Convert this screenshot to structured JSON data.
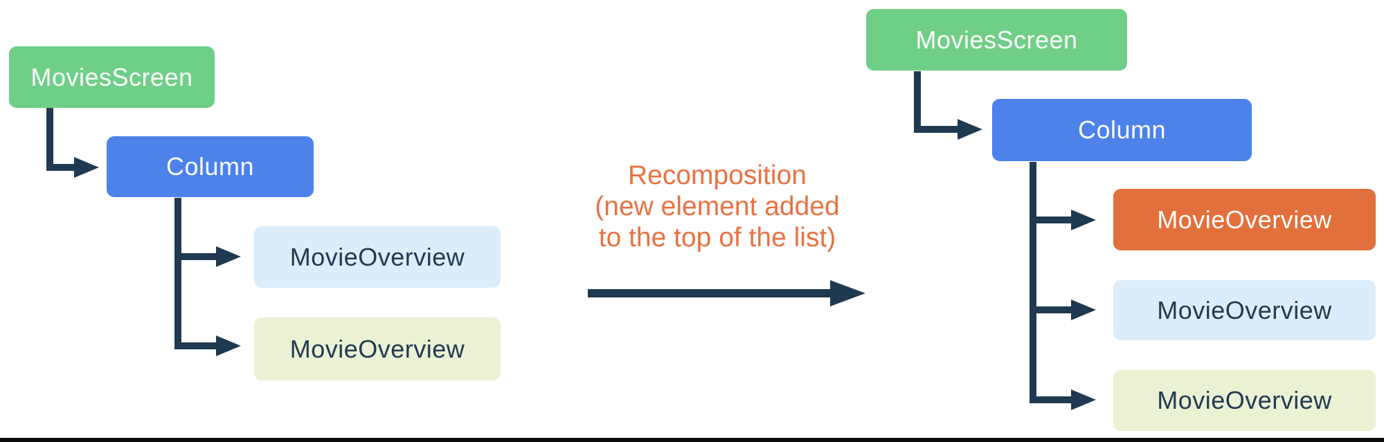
{
  "diagram": {
    "left_tree": {
      "root_label": "MoviesScreen",
      "column_label": "Column",
      "children": [
        "MovieOverview",
        "MovieOverview"
      ]
    },
    "right_tree": {
      "root_label": "MoviesScreen",
      "column_label": "Column",
      "children": [
        "MovieOverview",
        "MovieOverview",
        "MovieOverview"
      ]
    },
    "caption": {
      "line1": "Recomposition",
      "line2": "(new element added",
      "line3": "to the top of the list)"
    },
    "colors": {
      "green": "#6FCF87",
      "blue": "#4C82EA",
      "orange": "#E2703C",
      "light_blue": "#DBEDFB",
      "light_yellow": "#EBF1D3",
      "line": "#1F3A50",
      "caption": "#E97141",
      "text_light": "#FFFFFF",
      "text_dark": "#203B52",
      "bottom_rule": "#0B0B0B"
    }
  }
}
